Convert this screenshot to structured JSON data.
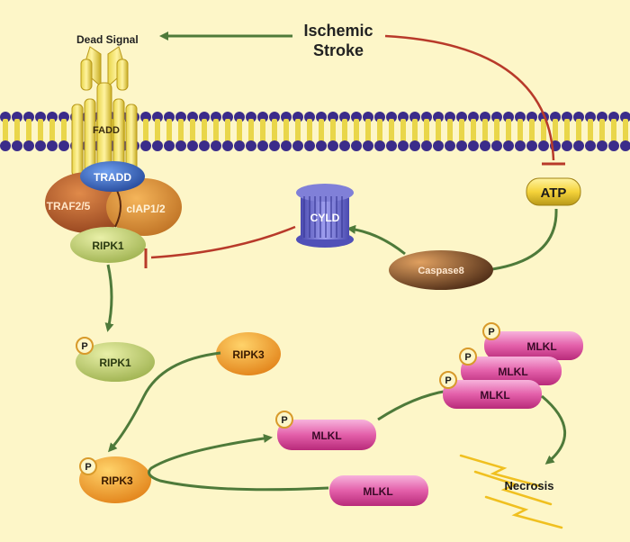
{
  "labels": {
    "dead_signal": "Dead Signal",
    "ischemic": "Ischemic",
    "stroke": "Stroke",
    "fadd": "FADD",
    "tradd": "TRADD",
    "traf": "TRAF2/5",
    "ciap": "cIAP1/2",
    "ripk1_complex": "RIPK1",
    "atp": "ATP",
    "cyld": "CYLD",
    "caspase8": "Caspase8",
    "ripk1_p": "RIPK1",
    "ripk3_free": "RIPK3",
    "ripk3_p": "RIPK3",
    "mlkl_free": "MLKL",
    "mlkl_p": "MLKL",
    "mlkl_stack_1": "MLKL",
    "mlkl_stack_2": "MLKL",
    "mlkl_stack_3": "MLKL",
    "necrosis": "Necrosis",
    "phospho": "P"
  },
  "colors": {
    "background": "#fdf6c8",
    "activation_arrow": "#4e7a3a",
    "inhibition_line": "#b83a2a",
    "membrane_head": "#3b2c8a",
    "membrane_tail": "#e9d64a",
    "receptor": "#d8c23a",
    "tradd": "#2f5fb8",
    "traf": "#b25a2a",
    "ripk1": "#bfcd72",
    "ripk3": "#f0a12a",
    "mlkl": "#e35fa9",
    "caspase8": "#8a4a2a",
    "cyld": "#6a6ad0",
    "atp": "#f5d33a"
  }
}
